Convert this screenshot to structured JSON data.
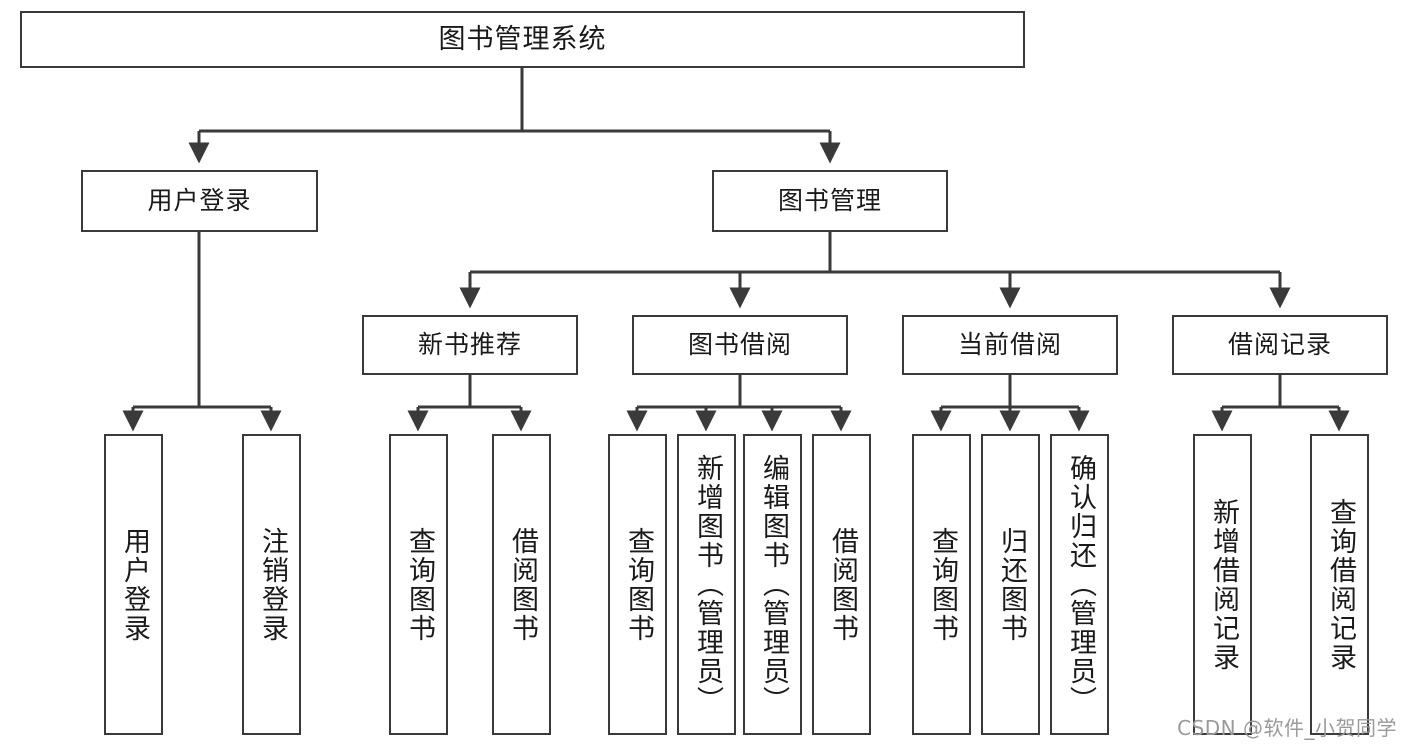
{
  "diagram": {
    "title": "图书管理系统",
    "type": "tree-hierarchy-diagram",
    "colors": {
      "box_border": "#3a3a3a",
      "box_fill": "#ffffff",
      "connector": "#3a3a3a",
      "text": "#1a1a1a",
      "watermark": "#9a9a9a"
    },
    "root": {
      "label": "图书管理系统"
    },
    "level2": [
      {
        "label": "用户登录"
      },
      {
        "label": "图书管理"
      }
    ],
    "level3": [
      {
        "label": "新书推荐"
      },
      {
        "label": "图书借阅"
      },
      {
        "label": "当前借阅"
      },
      {
        "label": "借阅记录"
      }
    ],
    "leaves": {
      "user_login": [
        {
          "label": "用户登录"
        },
        {
          "label": "注销登录"
        }
      ],
      "new_book_recommend": [
        {
          "label": "查询图书"
        },
        {
          "label": "借阅图书"
        }
      ],
      "book_borrow": [
        {
          "label": "查询图书"
        },
        {
          "label": "新增图书（管理员）"
        },
        {
          "label": "编辑图书（管理员）"
        },
        {
          "label": "借阅图书"
        }
      ],
      "current_borrow": [
        {
          "label": "查询图书"
        },
        {
          "label": "归还图书"
        },
        {
          "label": "确认归还（管理员）"
        }
      ],
      "borrow_record": [
        {
          "label": "新增借阅记录"
        },
        {
          "label": "查询借阅记录"
        }
      ]
    },
    "watermark": "CSDN @软件_小贺同学"
  }
}
